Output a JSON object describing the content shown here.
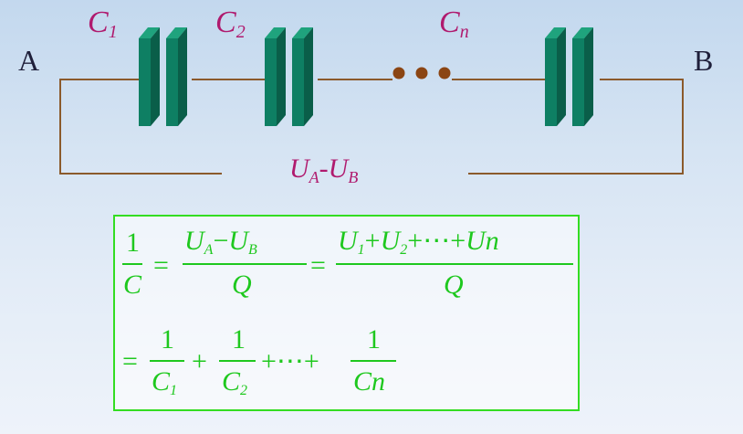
{
  "circuit": {
    "terminal_a": "A",
    "terminal_b": "B",
    "capacitors": [
      {
        "letter": "C",
        "subscript": "1"
      },
      {
        "letter": "C",
        "subscript": "2"
      },
      {
        "letter": "C",
        "subscript": "n"
      }
    ],
    "voltage_label": {
      "u": "U",
      "a": "A",
      "sep": "-",
      "u2": "U",
      "b": "B"
    },
    "colors": {
      "wire": "#8b5a2b",
      "plate": "#0e7f63",
      "dots": "#8b4513",
      "label": "#b01a6e"
    }
  },
  "formula": {
    "line1": {
      "lhs_num": "1",
      "lhs_den": "C",
      "eq1": "=",
      "mid_num": {
        "u1": "U",
        "s1": "A",
        "minus": "−",
        "u2": "U",
        "s2": "B"
      },
      "mid_den": "Q",
      "eq2": "=",
      "rhs_num": {
        "u1": "U",
        "s1": "1",
        "p1": "+",
        "u2": "U",
        "s2": "2",
        "p2": "+",
        "dots": "⋯",
        "p3": "+",
        "un": "Un"
      },
      "rhs_den": "Q"
    },
    "line2": {
      "eq": "=",
      "t1_num": "1",
      "t1_den_letter": "C",
      "t1_den_sub": "1",
      "plus1": "+",
      "t2_num": "1",
      "t2_den_letter": "C",
      "t2_den_sub": "2",
      "plus2": "+",
      "dots": "⋯",
      "plus3": "+",
      "t3_num": "1",
      "t3_den": "Cn"
    },
    "color": "#1ec81e",
    "border_color": "#33dd22"
  }
}
